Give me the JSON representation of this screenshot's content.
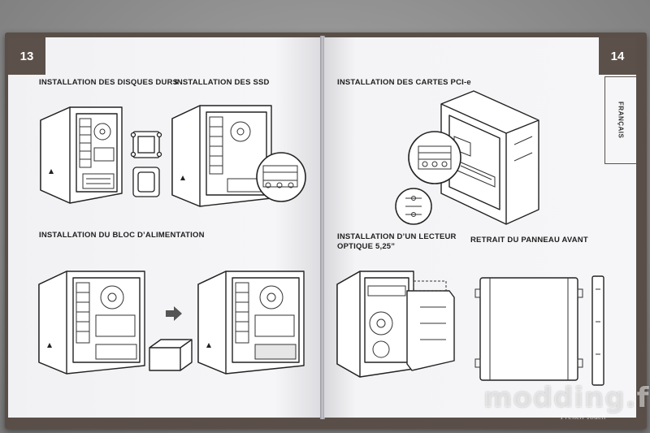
{
  "left_page": {
    "number": "13",
    "sections": {
      "hdd": "INSTALLATION DES DISQUES DURS",
      "ssd": "INSTALLATION DES SSD",
      "psu": "INSTALLATION DU BLOC D’ALIMENTATION"
    }
  },
  "right_page": {
    "number": "14",
    "language_tab": "FRANÇAIS",
    "sections": {
      "pcie": "INSTALLATION DES CARTES PCI-e",
      "optical_line1": "INSTALLATION D’UN LECTEUR",
      "optical_line2": "OPTIQUE 5,25”",
      "front_panel": "RETRAIT DU PANNEAU AVANT"
    }
  },
  "watermark": {
    "brand": "modding.fr",
    "tagline": "French Touch"
  },
  "icons": {
    "arrow": "right-arrow-icon"
  }
}
